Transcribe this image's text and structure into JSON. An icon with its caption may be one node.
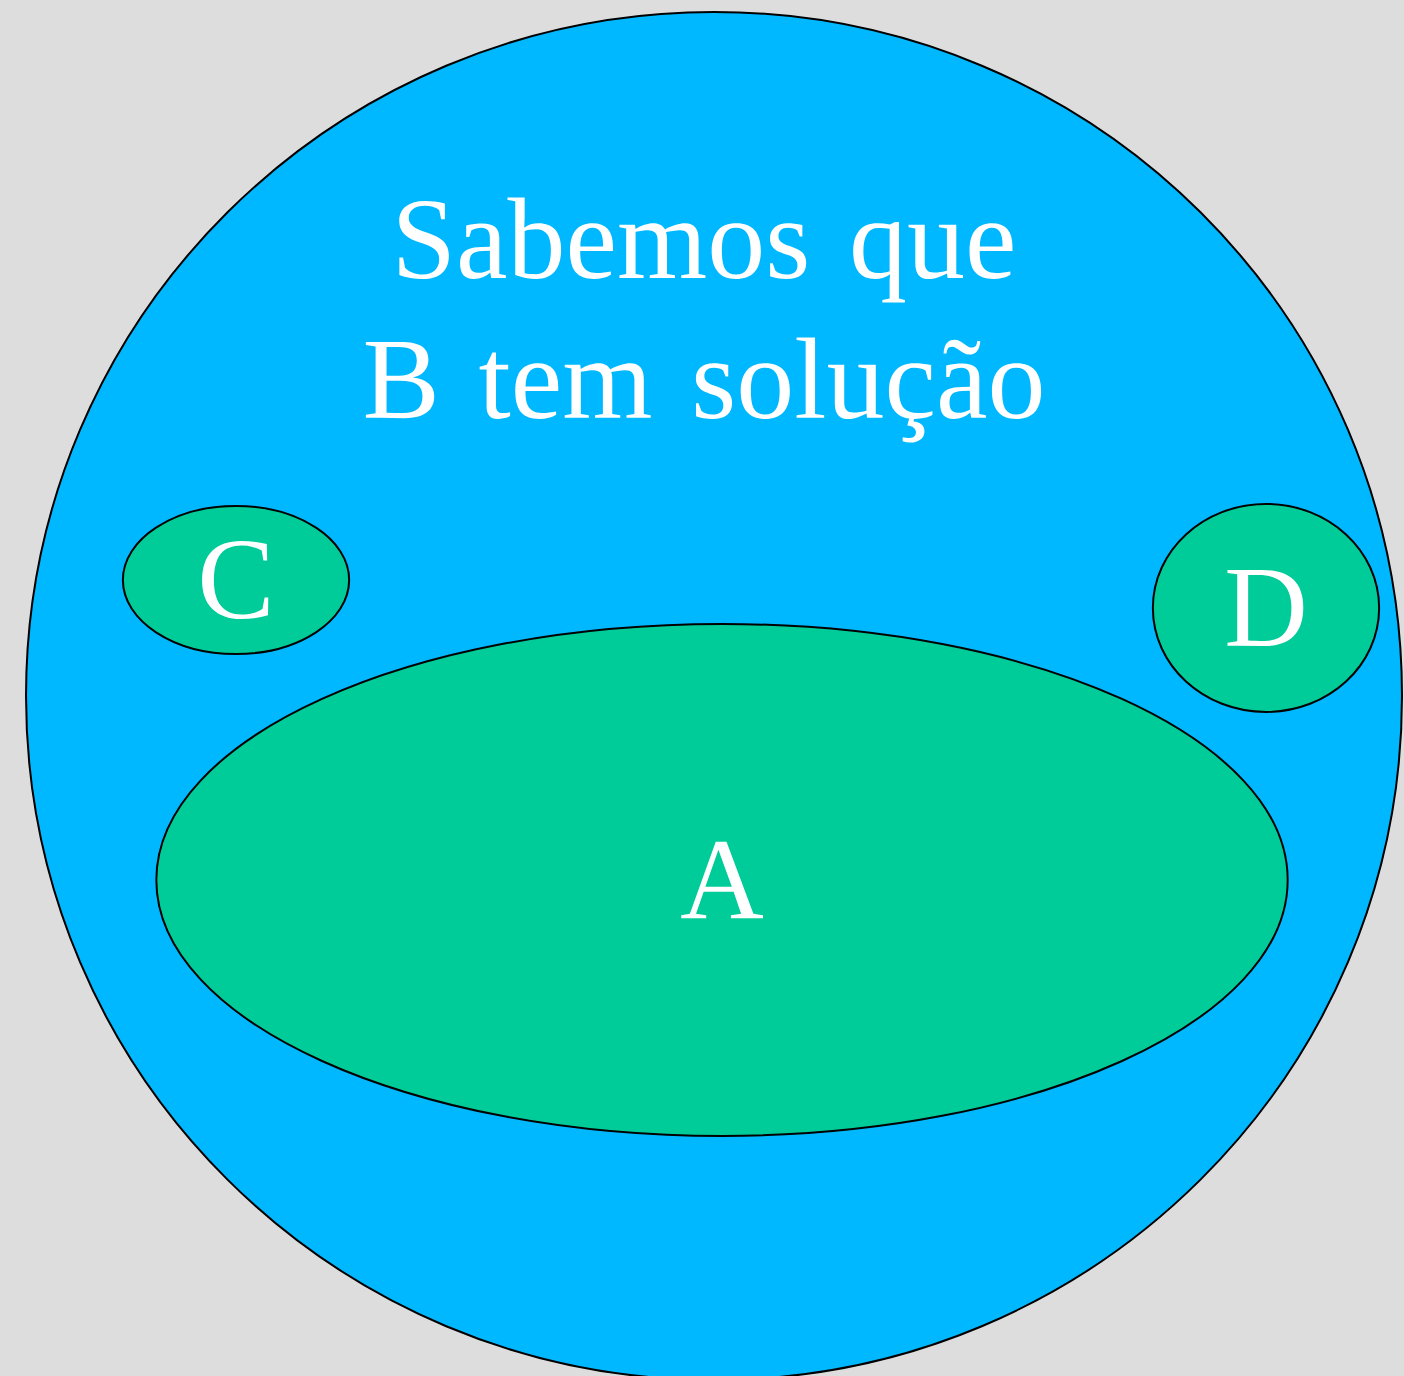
{
  "diagram": {
    "nodes": [
      {
        "text": [
          "Sabemos que B tem solução"
        ]
      },
      {
        "text": [
          "C"
        ],
        "in": 0
      },
      {
        "text": [
          "D"
        ],
        "in": 0
      },
      {
        "text": [
          "A"
        ],
        "in": 0
      }
    ]
  }
}
